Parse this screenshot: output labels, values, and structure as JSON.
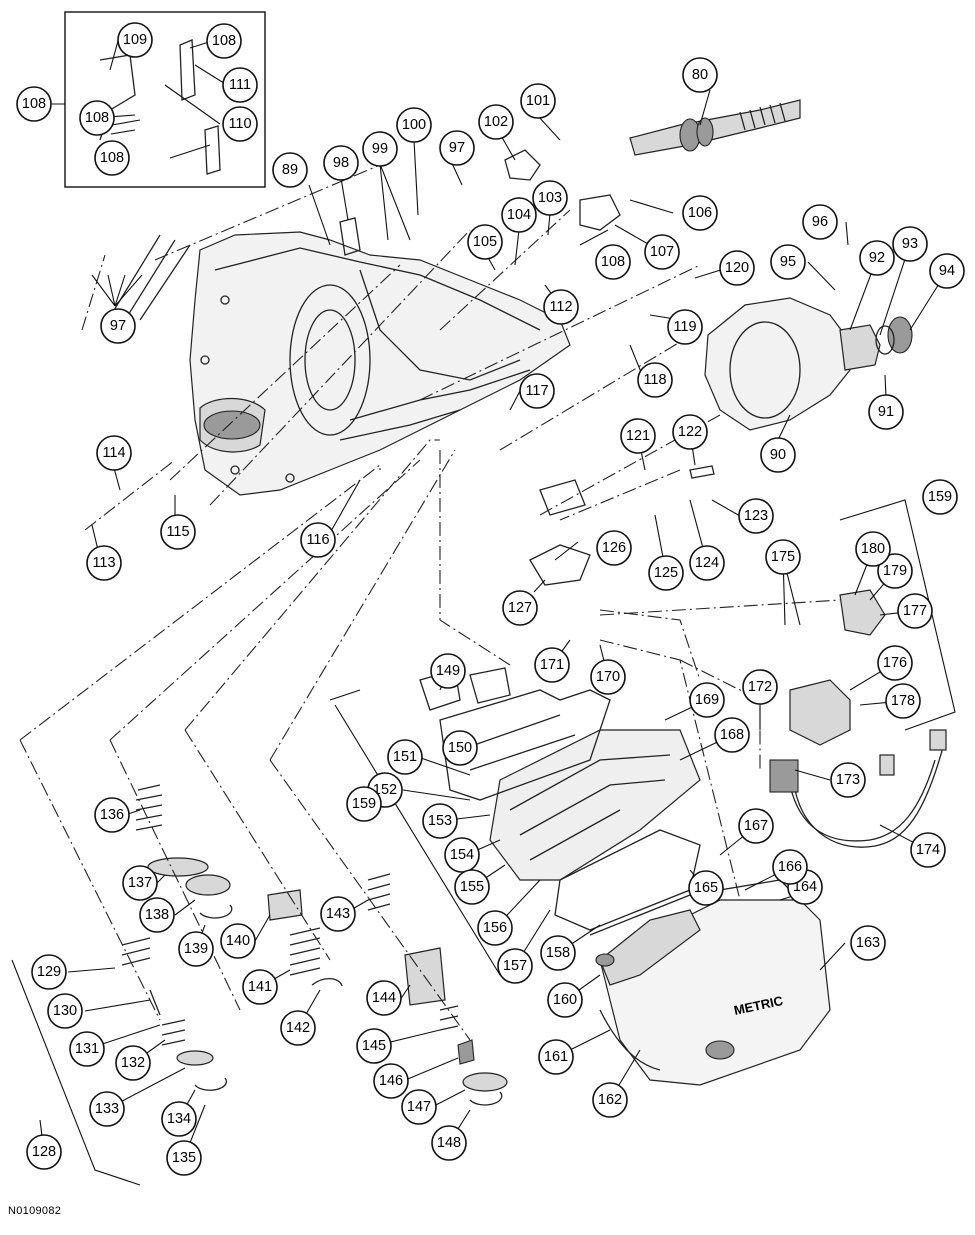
{
  "figure_id": "N0109082",
  "callouts": [
    "80",
    "89",
    "90",
    "91",
    "92",
    "93",
    "94",
    "95",
    "96",
    "97",
    "98",
    "99",
    "100",
    "101",
    "102",
    "103",
    "104",
    "105",
    "106",
    "107",
    "108",
    "109",
    "110",
    "111",
    "112",
    "113",
    "114",
    "115",
    "116",
    "117",
    "118",
    "119",
    "120",
    "121",
    "122",
    "123",
    "124",
    "125",
    "126",
    "127",
    "128",
    "129",
    "130",
    "131",
    "132",
    "133",
    "134",
    "135",
    "136",
    "137",
    "138",
    "139",
    "140",
    "141",
    "142",
    "143",
    "144",
    "145",
    "146",
    "147",
    "148",
    "149",
    "150",
    "151",
    "152",
    "153",
    "154",
    "155",
    "156",
    "157",
    "158",
    "159",
    "160",
    "161",
    "162",
    "163",
    "164",
    "165",
    "166",
    "167",
    "168",
    "169",
    "170",
    "171",
    "172",
    "173",
    "174",
    "175",
    "176",
    "177",
    "178",
    "179",
    "180"
  ],
  "pan_marking": "METRIC"
}
